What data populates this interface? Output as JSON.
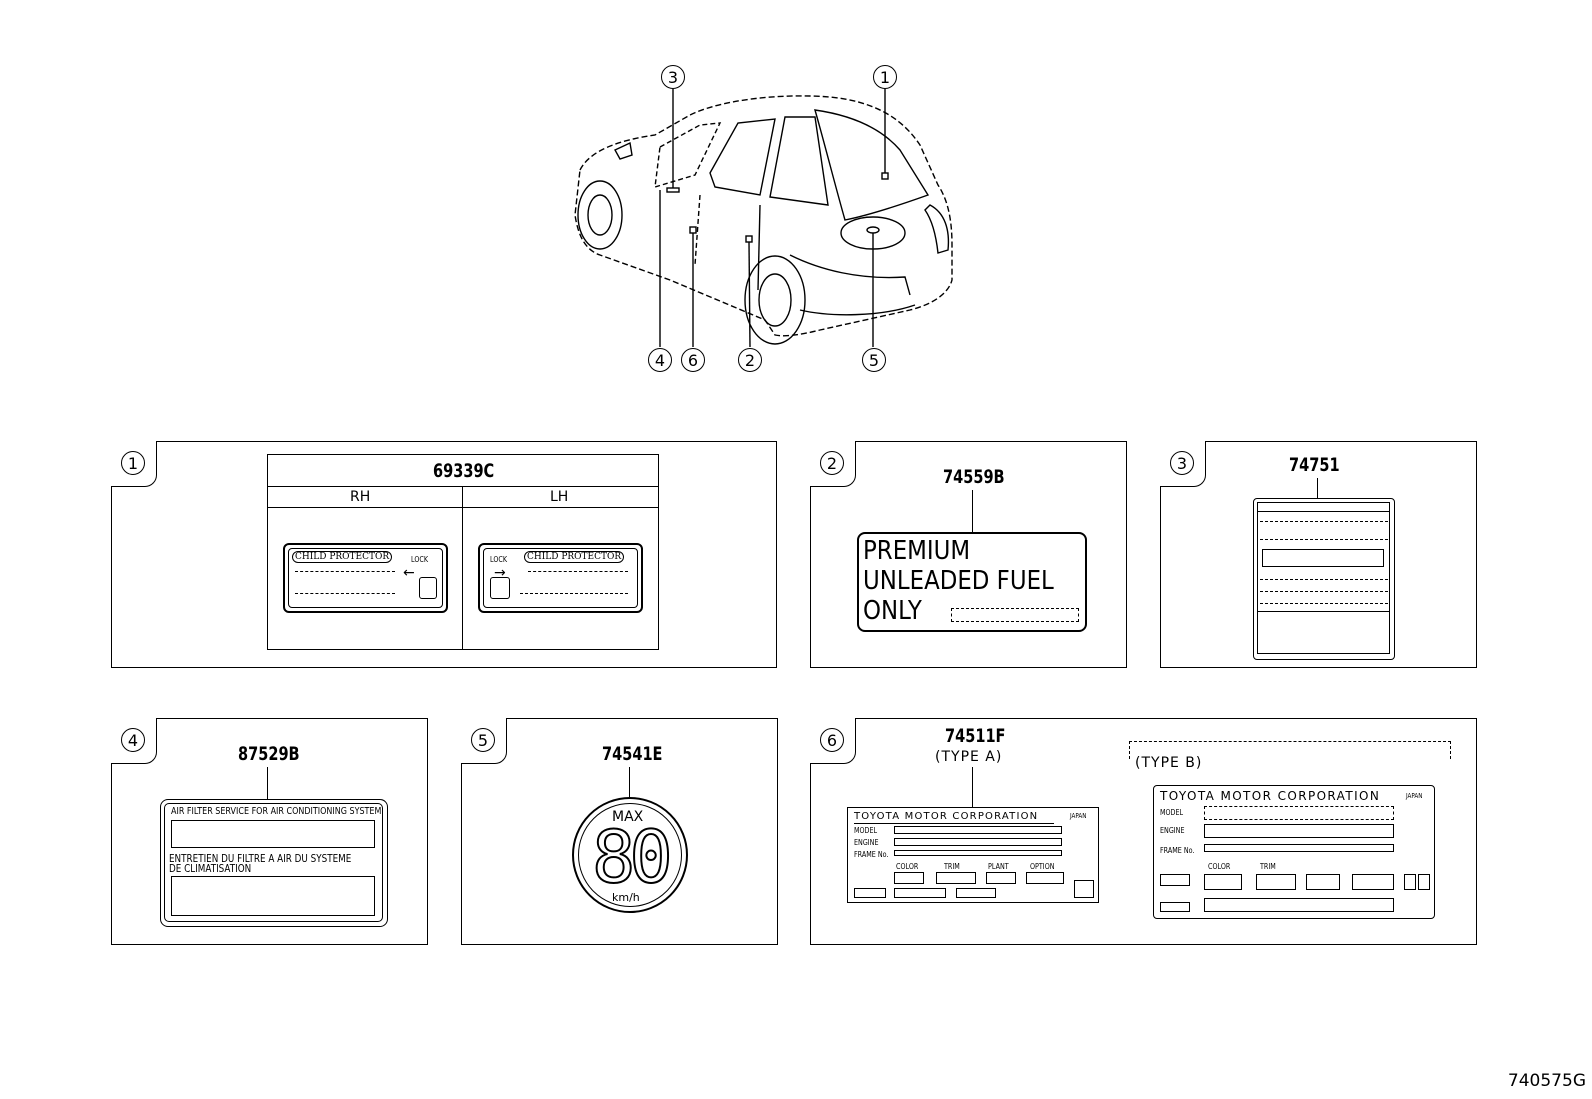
{
  "callouts": [
    "1",
    "2",
    "3",
    "4",
    "5",
    "6"
  ],
  "panel1": {
    "part": "69339C",
    "col_rh": "RH",
    "col_lh": "LH",
    "label_text": "CHILD PROTECTOR",
    "lock": "LOCK"
  },
  "panel2": {
    "part": "74559B",
    "line1": "PREMIUM",
    "line2": "UNLEADED FUEL",
    "line3": "ONLY"
  },
  "panel3": {
    "part": "74751"
  },
  "panel4": {
    "part": "87529B",
    "line1": "AIR FILTER SERVICE FOR AIR CONDITIONING SYSTEM",
    "line2": "ENTRETIEN DU FILTRE A AIR DU SYSTEME",
    "line3": "DE CLIMATISATION"
  },
  "panel5": {
    "part": "74541E",
    "max": "MAX",
    "speed": "80",
    "unit": "km/h"
  },
  "panel6": {
    "part": "74511F",
    "type_a": "(TYPE A)",
    "type_b": "(TYPE B)",
    "company": "TOYOTA MOTOR CORPORATION",
    "country": "JAPAN",
    "model": "MODEL",
    "engine": "ENGINE",
    "frame": "FRAME No.",
    "color": "COLOR",
    "trim": "TRIM",
    "plant": "PLANT",
    "option": "OPTION"
  },
  "footer_code": "740575G"
}
